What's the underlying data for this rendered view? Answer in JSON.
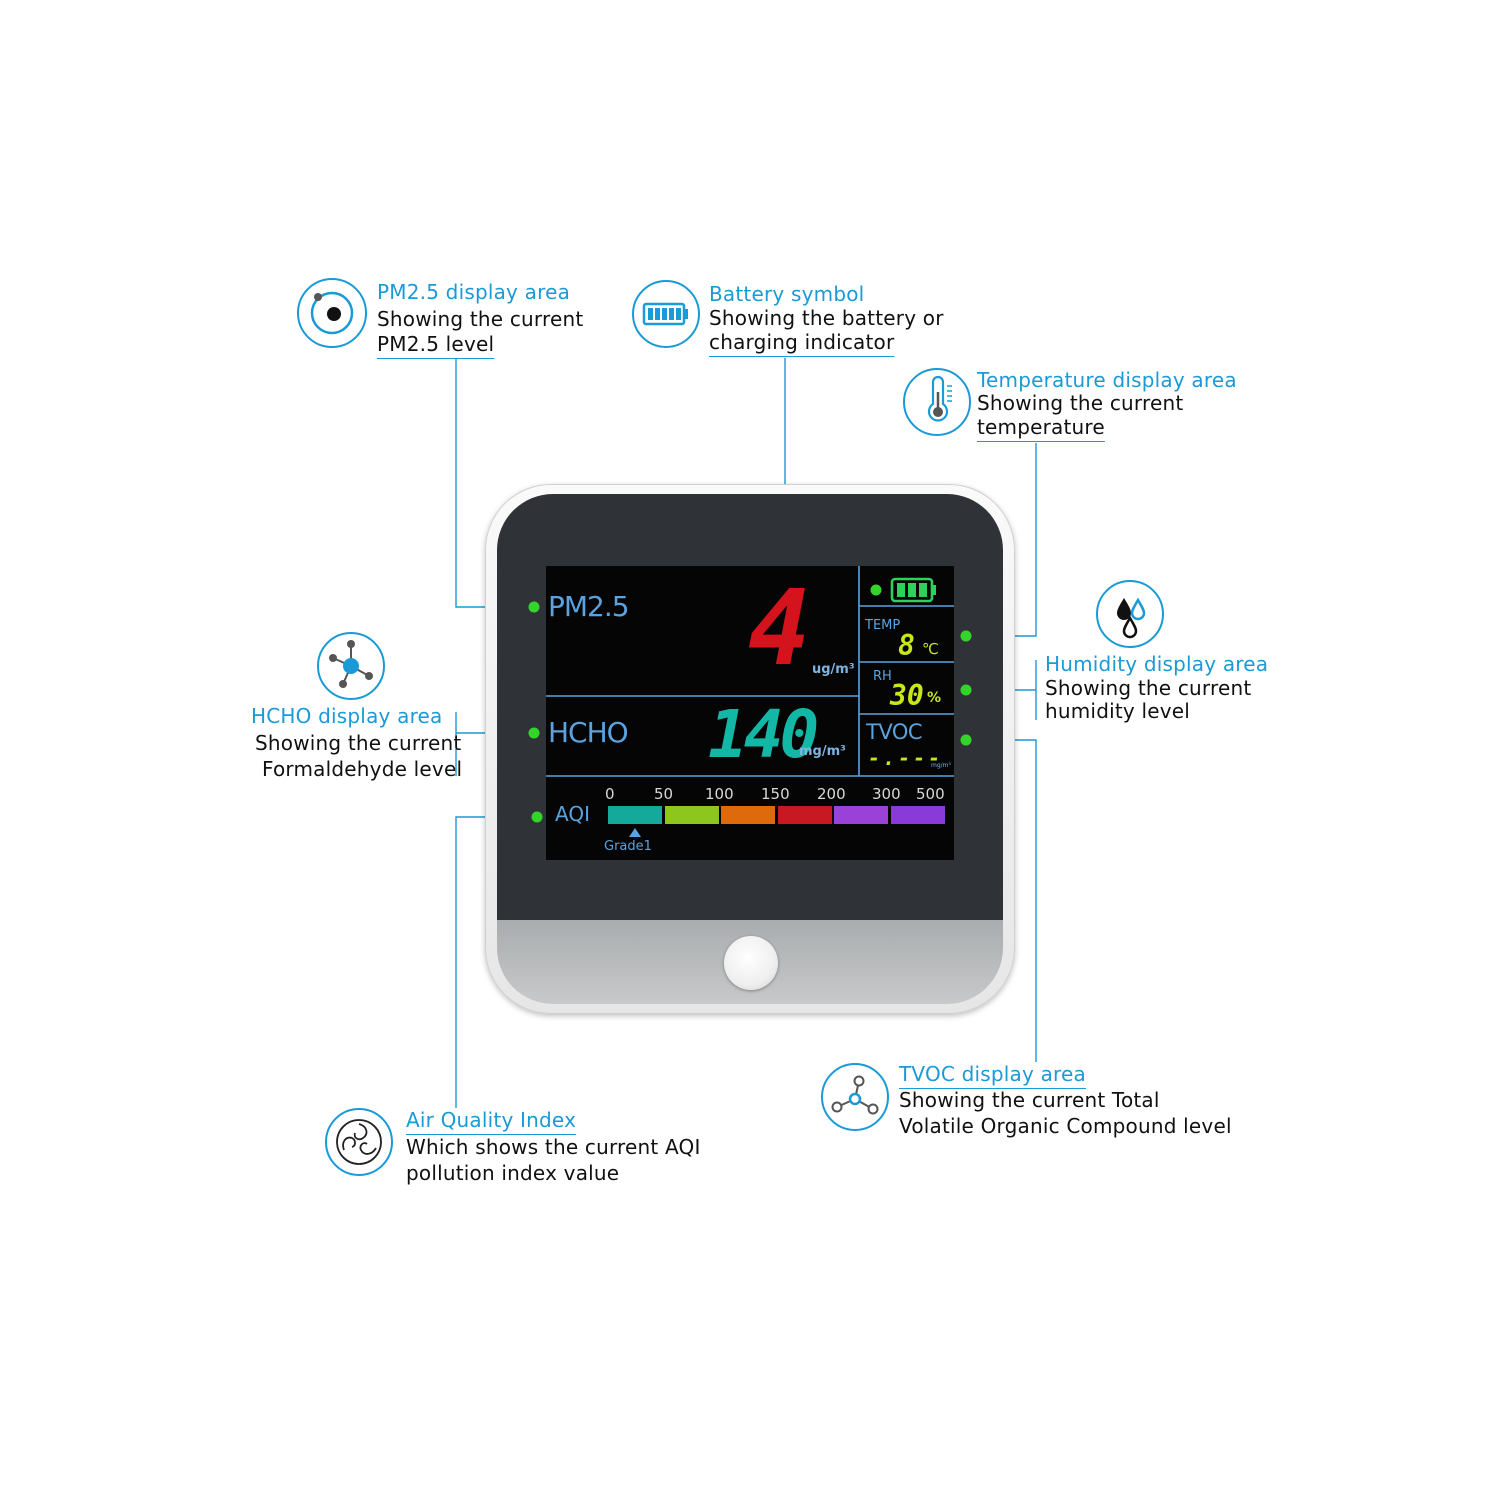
{
  "annotations": {
    "pm25": {
      "title": "PM2.5 display area",
      "line1": "Showing the current",
      "line2": "PM2.5 level"
    },
    "battery": {
      "title": "Battery symbol",
      "line1": "Showing the battery or",
      "line2": "charging indicator"
    },
    "temperature": {
      "title": "Temperature display area",
      "line1": "Showing the current",
      "line2": "temperature"
    },
    "hcho": {
      "title": "HCHO display area",
      "line1": "Showing the current",
      "line2": "Formaldehyde level"
    },
    "humidity": {
      "title": "Humidity display area",
      "line1": "Showing the current",
      "line2": "humidity level"
    },
    "tvoc": {
      "title": "TVOC display area",
      "line1": "Showing the current Total",
      "line2": "Volatile Organic Compound level"
    },
    "aqi": {
      "title": "Air Quality Index",
      "line1": "Which shows the current AQI",
      "line2": "pollution index value"
    }
  },
  "screen": {
    "pm25": {
      "label": "PM2.5",
      "value": "4",
      "unit": "ug/m³"
    },
    "temp": {
      "label": "TEMP",
      "value": "8",
      "unit": "℃"
    },
    "rh": {
      "label": "RH",
      "value": "30",
      "unit": "%"
    },
    "hcho": {
      "label": "HCHO",
      "value": "140",
      "unit": "mg/m³"
    },
    "tvoc": {
      "label": "TVOC",
      "value": "-.---",
      "unit": "mg/m³"
    },
    "aqi": {
      "label": "AQI",
      "grade": "Grade1",
      "scale": [
        "0",
        "50",
        "100",
        "150",
        "200",
        "300",
        "500"
      ]
    }
  },
  "colors": {
    "accent": "#1a9ad6",
    "pm25_digits": "#d4131c",
    "hcho_digits": "#13b7a6",
    "temp_digits": "#c8e619",
    "indicator_dot": "#34d52b",
    "aqi_segments": [
      "#13a99b",
      "#8dc61c",
      "#df6a0c",
      "#c81922",
      "#9a42d8",
      "#8a3ad8"
    ]
  },
  "icons": {
    "pm25": "particle-target-icon",
    "battery": "battery-icon",
    "temperature": "thermometer-icon",
    "hcho": "molecule-icon",
    "humidity": "water-drops-icon",
    "tvoc": "compound-node-icon",
    "aqi": "swirl-icon"
  }
}
